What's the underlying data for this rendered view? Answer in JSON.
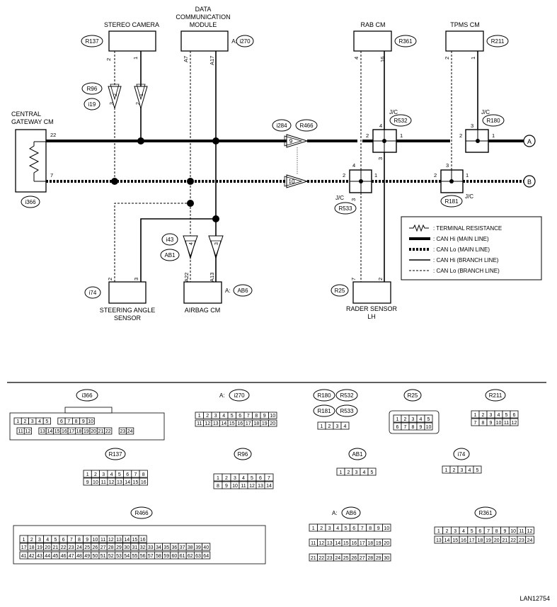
{
  "modules": {
    "stereo_camera": "STEREO CAMERA",
    "data_comm_1": "DATA",
    "data_comm_2": "COMMUNICATION",
    "data_comm_3": "MODULE",
    "rab_cm": "RAB CM",
    "tpms_cm": "TPMS CM",
    "central_gw_1": "CENTRAL",
    "central_gw_2": "GATEWAY CM",
    "steering_1": "STEERING ANGLE",
    "steering_2": "SENSOR",
    "airbag_cm": "AIRBAG CM",
    "radar_1": "RADER SENSOR",
    "radar_2": "LH",
    "jc": "J/C"
  },
  "connectors": {
    "R137": "R137",
    "i270": "i270",
    "R361": "R361",
    "R211": "R211",
    "R96": "R96",
    "i19": "i19",
    "i284": "i284",
    "R466": "R466",
    "R532": "R532",
    "R180": "R180",
    "i366": "i366",
    "R533": "R533",
    "R181": "R181",
    "i43": "i43",
    "AB1": "AB1",
    "i74": "i74",
    "AB6": "AB6",
    "R25": "R25",
    "A_prefix": "A:"
  },
  "pins": {
    "sc2": "2",
    "sc1": "1",
    "a7": "A7",
    "a17": "A17",
    "rab4": "4",
    "rab16": "16",
    "tp2": "2",
    "tp1": "1",
    "gw22": "22",
    "gw7": "7",
    "r96_2": "2",
    "r96_1": "1",
    "i19_3": "3",
    "i19_2": "2",
    "j9": "9",
    "j10": "10",
    "jc1_4": "4",
    "jc1_2": "2",
    "jc1_1": "1",
    "jc1_3": "3",
    "jc2_3": "3",
    "jc2_2": "2",
    "jc2_1": "1",
    "jc3_4": "4",
    "jc3_2": "2",
    "jc3_1": "1",
    "jc3_3": "3",
    "jc4_3": "3",
    "jc4_2": "2",
    "jc4_1": "1",
    "i43_4": "4",
    "i43_3": "3",
    "sa2": "2",
    "sa3": "3",
    "a22": "A22",
    "a13": "A13",
    "rs7": "7",
    "rs2": "2"
  },
  "ends": {
    "A": "A",
    "B": "B"
  },
  "legend": {
    "terminal": ": TERMINAL RESISTANCE",
    "hi_main": ": CAN Hi (MAIN LINE)",
    "lo_main": ": CAN Lo (MAIN LINE)",
    "hi_branch": ": CAN Hi (BRANCH LINE)",
    "lo_branch": ": CAN Lo (BRANCH LINE)"
  },
  "connector_faces": [
    {
      "id": "i366",
      "rows": [
        [
          "1",
          "2",
          "3",
          "4",
          "5",
          "",
          "6",
          "7",
          "8",
          "9",
          "10"
        ],
        [
          "11",
          "12",
          "",
          "13",
          "14",
          "15",
          "16",
          "17",
          "18",
          "19",
          "20",
          "21",
          "22",
          "",
          "23",
          "24"
        ]
      ]
    },
    {
      "id": "i270",
      "rows": [
        [
          "1",
          "2",
          "3",
          "4",
          "5",
          "6",
          "7",
          "8",
          "9",
          "10"
        ],
        [
          "11",
          "12",
          "13",
          "14",
          "15",
          "16",
          "17",
          "18",
          "19",
          "20"
        ]
      ]
    },
    {
      "id": "R180_R532_R181_R533",
      "rows": [
        [
          "1",
          "2",
          "3",
          "4"
        ]
      ]
    },
    {
      "id": "R25",
      "rows": [
        [
          "1",
          "2",
          "3",
          "4",
          "5"
        ],
        [
          "6",
          "7",
          "8",
          "9",
          "10"
        ]
      ]
    },
    {
      "id": "R211",
      "rows": [
        [
          "1",
          "2",
          "3",
          "4",
          "5",
          "6"
        ],
        [
          "7",
          "8",
          "9",
          "10",
          "11",
          "12"
        ]
      ]
    },
    {
      "id": "R137",
      "rows": [
        [
          "1",
          "2",
          "3",
          "4",
          "5",
          "6",
          "7",
          "8"
        ],
        [
          "9",
          "10",
          "11",
          "12",
          "13",
          "14",
          "15",
          "16"
        ]
      ]
    },
    {
      "id": "R96",
      "rows": [
        [
          "1",
          "2",
          "3",
          "4",
          "5",
          "6",
          "7"
        ],
        [
          "8",
          "9",
          "10",
          "11",
          "12",
          "13",
          "14"
        ]
      ]
    },
    {
      "id": "AB1",
      "rows": [
        [
          "1",
          "2",
          "3",
          "4",
          "5"
        ]
      ]
    },
    {
      "id": "i74",
      "rows": [
        [
          "1",
          "2",
          "3",
          "4",
          "5"
        ]
      ]
    },
    {
      "id": "R466",
      "rows": [
        [
          "1",
          "2",
          "3",
          "4",
          "5",
          "6",
          "7",
          "8",
          "9",
          "10",
          "11",
          "12",
          "13",
          "14",
          "15",
          "16"
        ],
        [
          "17",
          "18",
          "19",
          "20",
          "21",
          "22",
          "23",
          "24",
          "25",
          "26",
          "27",
          "28",
          "29",
          "30",
          "31",
          "32",
          "33",
          "34",
          "35",
          "36",
          "37",
          "38",
          "39",
          "40"
        ],
        [
          "41",
          "42",
          "43",
          "44",
          "45",
          "46",
          "47",
          "48",
          "49",
          "50",
          "51",
          "52",
          "53",
          "54",
          "55",
          "56",
          "57",
          "58",
          "59",
          "60",
          "61",
          "62",
          "63",
          "64"
        ]
      ]
    },
    {
      "id": "AB6",
      "rows": [
        [
          "1",
          "2",
          "3",
          "4",
          "5",
          "6",
          "7",
          "8",
          "9",
          "10"
        ],
        [
          "11",
          "12",
          "13",
          "14",
          "15",
          "16",
          "17",
          "18",
          "19",
          "20"
        ],
        [
          "21",
          "22",
          "23",
          "24",
          "25",
          "26",
          "27",
          "28",
          "29",
          "30"
        ]
      ]
    },
    {
      "id": "R361",
      "rows": [
        [
          "1",
          "2",
          "3",
          "4",
          "5",
          "6",
          "7",
          "8",
          "9",
          "10",
          "11",
          "12"
        ],
        [
          "13",
          "14",
          "15",
          "16",
          "17",
          "18",
          "19",
          "20",
          "21",
          "22",
          "23",
          "24"
        ]
      ]
    }
  ],
  "footer": "LAN12754"
}
